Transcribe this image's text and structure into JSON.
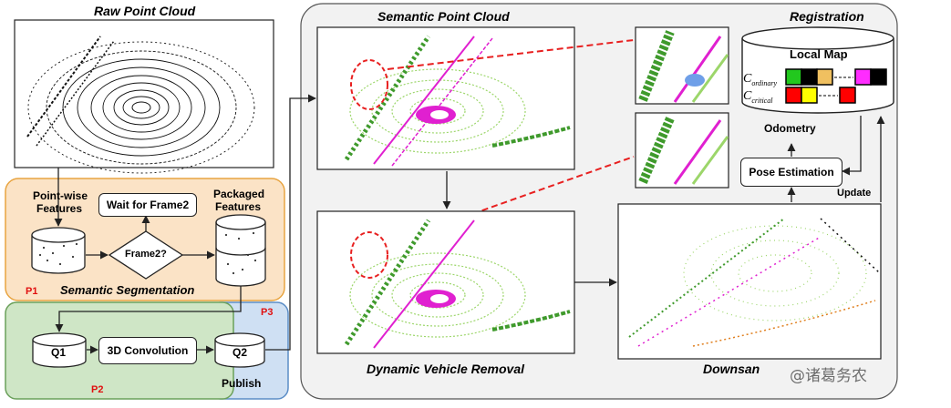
{
  "titles": {
    "raw": "Raw Point Cloud",
    "semantic_cloud": "Semantic Point Cloud",
    "registration": "Registration",
    "dynamic_removal": "Dynamic Vehicle Removal",
    "downsample": "Downsan"
  },
  "segmentation": {
    "label": "Semantic Segmentation",
    "p1": "P1",
    "p2": "P2",
    "p3": "P3",
    "pointwise_line1": "Point-wise",
    "pointwise_line2": "Features",
    "wait_box": "Wait for Frame2",
    "frame_check": "Frame2?",
    "packaged_line1": "Packaged",
    "packaged_line2": "Features",
    "q1": "Q1",
    "q2": "Q2",
    "conv": "3D Convolution",
    "publish": "Publish"
  },
  "registration": {
    "local_map": "Local Map",
    "c_ordinary_base": "C",
    "c_ordinary_sub": "ordinary",
    "c_critical_base": "C",
    "c_critical_sub": "critical",
    "odometry": "Odometry",
    "pose": "Pose Estimation",
    "update": "Update"
  },
  "watermark": "@诸葛务农",
  "colors": {
    "p1_bg": "#fbe3c6",
    "p1_border": "#e8a440",
    "p2_bg": "#cfe6c6",
    "p2_border": "#6aa05a",
    "p3_bg": "#cfe0f3",
    "p3_border": "#5b8dc6",
    "panel_bg": "#f2f2f2",
    "dashed": "#e82020",
    "ground": "#9cd66a",
    "vegetation": "#3f9a2c",
    "road": "#e020d0",
    "cell_green": "#22c81e",
    "cell_black": "#000000",
    "cell_gold": "#f0c060",
    "cell_magenta": "#ff2cff",
    "cell_red": "#ff0000",
    "cell_yellow": "#ffff00"
  }
}
